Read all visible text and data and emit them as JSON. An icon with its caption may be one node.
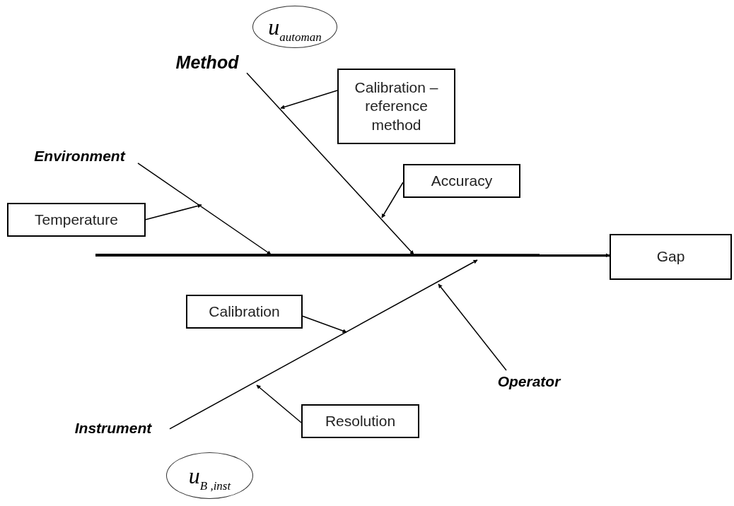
{
  "diagram": {
    "nodes": [
      {
        "text": [
          "u$_{automan}$"
        ]
      },
      {
        "text": [
          "Method"
        ]
      },
      {
        "text": [
          "Calibration – reference method"
        ]
      },
      {
        "text": [
          "Environment"
        ]
      },
      {
        "text": [
          "Accuracy"
        ]
      },
      {
        "text": [
          "Temperature"
        ]
      },
      {
        "text": [
          "Gap"
        ]
      },
      {
        "text": [
          "Calibration"
        ]
      },
      {
        "text": [
          "Operator"
        ]
      },
      {
        "text": [
          "Resolution"
        ]
      },
      {
        "text": [
          "Instrument"
        ]
      },
      {
        "text": [
          "u$_{B ,inst}$"
        ]
      }
    ],
    "edges": [
      {
        "from": null,
        "to": 6,
        "arrow": "to",
        "style": "thick"
      },
      {
        "from": 1,
        "to": null,
        "arrow": "to"
      },
      {
        "from": 3,
        "to": null,
        "arrow": "to"
      },
      {
        "from": 2,
        "to": null,
        "arrow": "to"
      },
      {
        "from": 4,
        "to": null,
        "arrow": "to"
      },
      {
        "from": 5,
        "to": null,
        "arrow": "to"
      },
      {
        "from": 10,
        "to": null,
        "arrow": "to"
      },
      {
        "from": 7,
        "to": null,
        "arrow": "to"
      },
      {
        "from": 8,
        "to": null,
        "arrow": "to"
      },
      {
        "from": 9,
        "to": null,
        "arrow": "to"
      }
    ]
  }
}
